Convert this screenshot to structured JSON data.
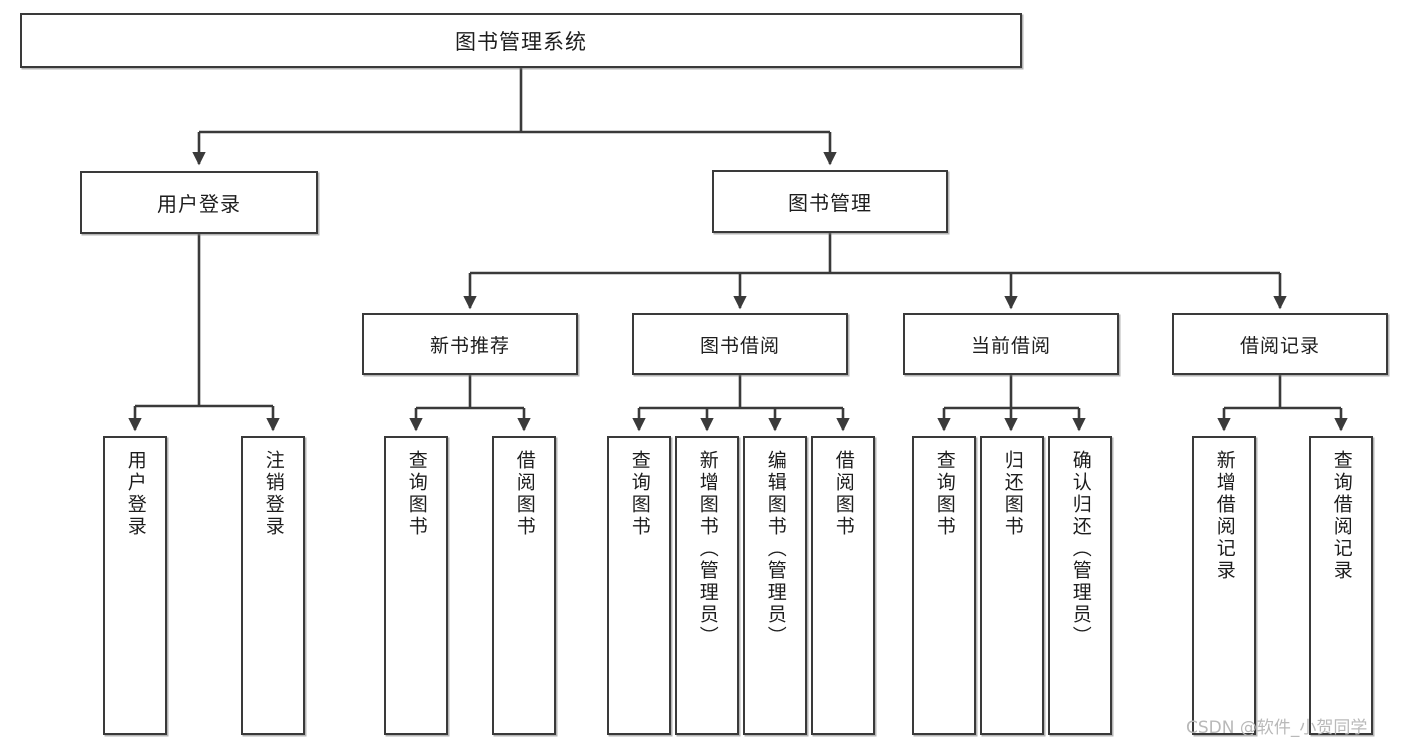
{
  "diagram": {
    "title": "图书管理系统",
    "type": "tree",
    "root": {
      "id": "root",
      "label": "图书管理系统",
      "level": 1
    },
    "level2": [
      {
        "id": "user-login",
        "label": "用户登录",
        "level": 2
      },
      {
        "id": "book-management",
        "label": "图书管理",
        "level": 2
      }
    ],
    "level3": [
      {
        "id": "new-book-recommend",
        "label": "新书推荐",
        "level": 3,
        "parent": "book-management"
      },
      {
        "id": "book-borrow",
        "label": "图书借阅",
        "level": 3,
        "parent": "book-management"
      },
      {
        "id": "current-borrow",
        "label": "当前借阅",
        "level": 3,
        "parent": "book-management"
      },
      {
        "id": "borrow-record",
        "label": "借阅记录",
        "level": 3,
        "parent": "book-management"
      }
    ],
    "leaves": [
      {
        "id": "leaf-user-login",
        "label": "用户登录",
        "parent": "user-login"
      },
      {
        "id": "leaf-user-logout",
        "label": "注销登录",
        "parent": "user-login"
      },
      {
        "id": "leaf-query-book-1",
        "label": "查询图书",
        "parent": "new-book-recommend"
      },
      {
        "id": "leaf-borrow-book-1",
        "label": "借阅图书",
        "parent": "new-book-recommend"
      },
      {
        "id": "leaf-query-book-2",
        "label": "查询图书",
        "parent": "book-borrow"
      },
      {
        "id": "leaf-add-book",
        "label": "新增图书（管理员）",
        "parent": "book-borrow"
      },
      {
        "id": "leaf-edit-book",
        "label": "编辑图书（管理员）",
        "parent": "book-borrow"
      },
      {
        "id": "leaf-borrow-book-2",
        "label": "借阅图书",
        "parent": "book-borrow"
      },
      {
        "id": "leaf-query-book-3",
        "label": "查询图书",
        "parent": "current-borrow"
      },
      {
        "id": "leaf-return-book",
        "label": "归还图书",
        "parent": "current-borrow"
      },
      {
        "id": "leaf-confirm-return",
        "label": "确认归还（管理员）",
        "parent": "current-borrow"
      },
      {
        "id": "leaf-add-record",
        "label": "新增借阅记录",
        "parent": "borrow-record"
      },
      {
        "id": "leaf-query-record",
        "label": "查询借阅记录",
        "parent": "borrow-record"
      }
    ]
  },
  "watermark": {
    "text": "CSDN @软件_小贺同学"
  },
  "colors": {
    "background": "#ffffff",
    "box_border": "#3a3a3a",
    "box_fill": "#ffffff",
    "connector": "#3a3a3a",
    "text": "#1d1d1d",
    "watermark": "#b9b9b9"
  }
}
